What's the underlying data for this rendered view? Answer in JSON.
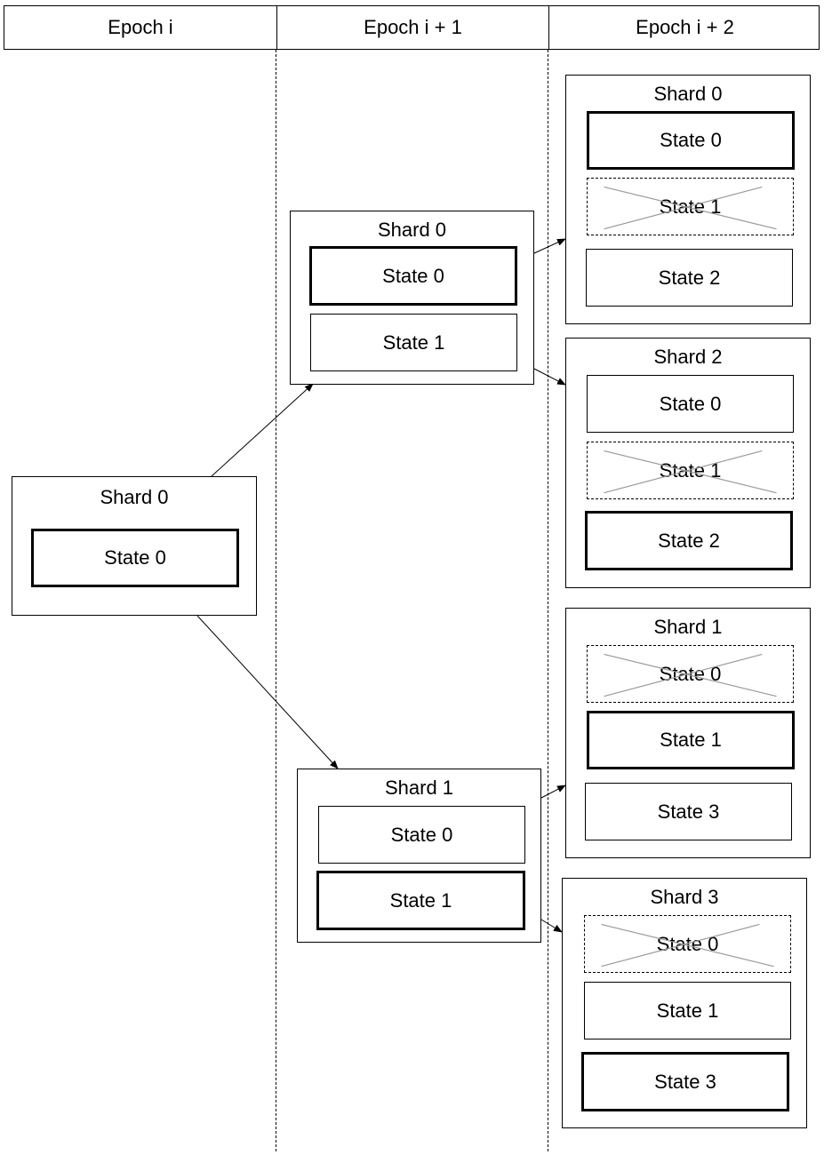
{
  "epochs": [
    "Epoch i",
    "Epoch i + 1",
    "Epoch i + 2"
  ],
  "shards": {
    "e0_s0": {
      "title": "Shard 0",
      "states": [
        {
          "label": "State 0",
          "status": "active"
        }
      ]
    },
    "e1_s0": {
      "title": "Shard 0",
      "states": [
        {
          "label": "State 0",
          "status": "active"
        },
        {
          "label": "State 1",
          "status": "normal"
        }
      ]
    },
    "e1_s1": {
      "title": "Shard 1",
      "states": [
        {
          "label": "State 0",
          "status": "normal"
        },
        {
          "label": "State 1",
          "status": "active"
        }
      ]
    },
    "e2_s0": {
      "title": "Shard 0",
      "states": [
        {
          "label": "State 0",
          "status": "active"
        },
        {
          "label": "State 1",
          "status": "retired"
        },
        {
          "label": "State 2",
          "status": "normal"
        }
      ]
    },
    "e2_s2": {
      "title": "Shard 2",
      "states": [
        {
          "label": "State 0",
          "status": "normal"
        },
        {
          "label": "State 1",
          "status": "retired"
        },
        {
          "label": "State 2",
          "status": "active"
        }
      ]
    },
    "e2_s1": {
      "title": "Shard 1",
      "states": [
        {
          "label": "State 0",
          "status": "retired"
        },
        {
          "label": "State 1",
          "status": "active"
        },
        {
          "label": "State 3",
          "status": "normal"
        }
      ]
    },
    "e2_s3": {
      "title": "Shard 3",
      "states": [
        {
          "label": "State 0",
          "status": "retired"
        },
        {
          "label": "State 1",
          "status": "normal"
        },
        {
          "label": "State 3",
          "status": "active"
        }
      ]
    }
  },
  "edges": [
    {
      "from": "e0_s0",
      "to": "e1_s0"
    },
    {
      "from": "e0_s0",
      "to": "e1_s1"
    },
    {
      "from": "e1_s0",
      "to": "e2_s0"
    },
    {
      "from": "e1_s0",
      "to": "e2_s2"
    },
    {
      "from": "e1_s1",
      "to": "e2_s1"
    },
    {
      "from": "e1_s1",
      "to": "e2_s3"
    }
  ]
}
